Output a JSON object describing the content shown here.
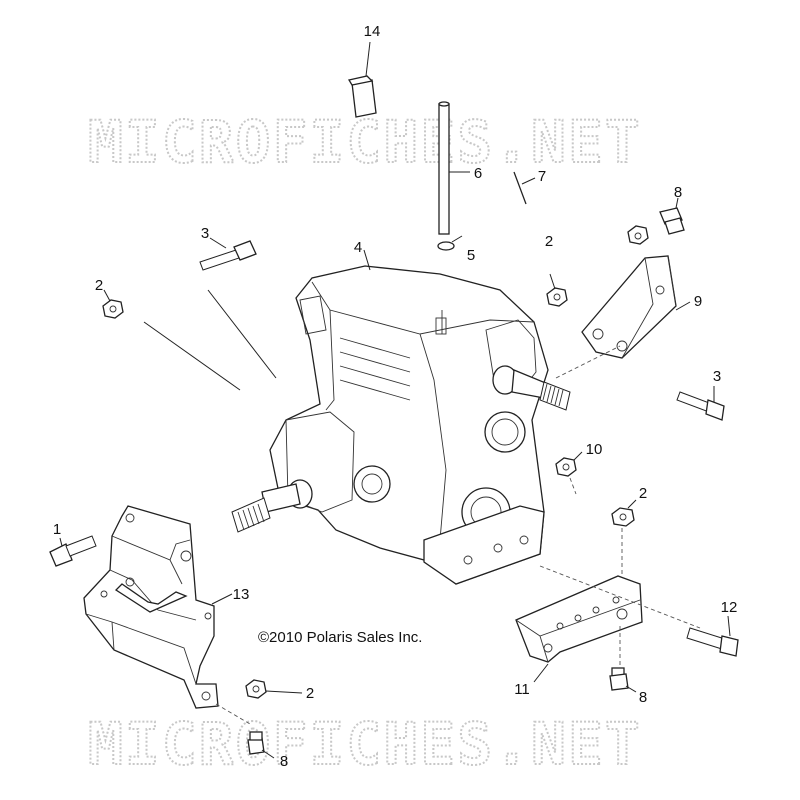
{
  "watermark": {
    "text": "MICROFICHES.NET"
  },
  "copyright": "©2010 Polaris Sales Inc.",
  "callouts": [
    {
      "id": "c14",
      "label": "14"
    },
    {
      "id": "c6",
      "label": "6"
    },
    {
      "id": "c7",
      "label": "7"
    },
    {
      "id": "c8a",
      "label": "8"
    },
    {
      "id": "c3a",
      "label": "3"
    },
    {
      "id": "c4",
      "label": "4"
    },
    {
      "id": "c5",
      "label": "5"
    },
    {
      "id": "c2a",
      "label": "2"
    },
    {
      "id": "c2b",
      "label": "2"
    },
    {
      "id": "c9",
      "label": "9"
    },
    {
      "id": "c3b",
      "label": "3"
    },
    {
      "id": "c10",
      "label": "10"
    },
    {
      "id": "c2c",
      "label": "2"
    },
    {
      "id": "c1",
      "label": "1"
    },
    {
      "id": "c13",
      "label": "13"
    },
    {
      "id": "c12",
      "label": "12"
    },
    {
      "id": "c11",
      "label": "11"
    },
    {
      "id": "c2d",
      "label": "2"
    },
    {
      "id": "c8b",
      "label": "8"
    },
    {
      "id": "c8c",
      "label": "8"
    }
  ]
}
